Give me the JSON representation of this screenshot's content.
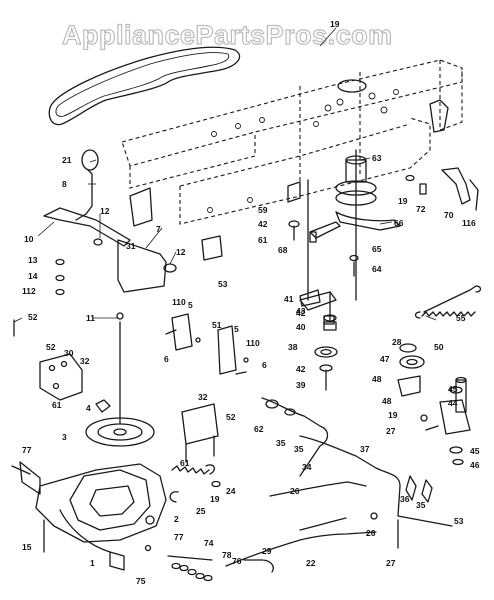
{
  "watermark": "AppliancePartsPros.com",
  "callouts": [
    "19",
    "21",
    "8",
    "10",
    "12",
    "31",
    "7",
    "12",
    "53",
    "13",
    "14",
    "112",
    "11",
    "52",
    "52",
    "30",
    "32",
    "61",
    "4",
    "3",
    "77",
    "15",
    "1",
    "110",
    "5",
    "51",
    "5",
    "110",
    "6",
    "6",
    "32",
    "52",
    "61",
    "2",
    "25",
    "19",
    "24",
    "77",
    "74",
    "75",
    "78",
    "76",
    "29",
    "22",
    "26",
    "59",
    "42",
    "61",
    "68",
    "63",
    "66",
    "19",
    "72",
    "70",
    "116",
    "65",
    "64",
    "41",
    "43",
    "40",
    "42",
    "38",
    "42",
    "39",
    "55",
    "28",
    "50",
    "47",
    "48",
    "45",
    "44",
    "48",
    "19",
    "27",
    "45",
    "46",
    "62",
    "35",
    "35",
    "34",
    "37",
    "36",
    "35",
    "26",
    "27",
    "53"
  ]
}
